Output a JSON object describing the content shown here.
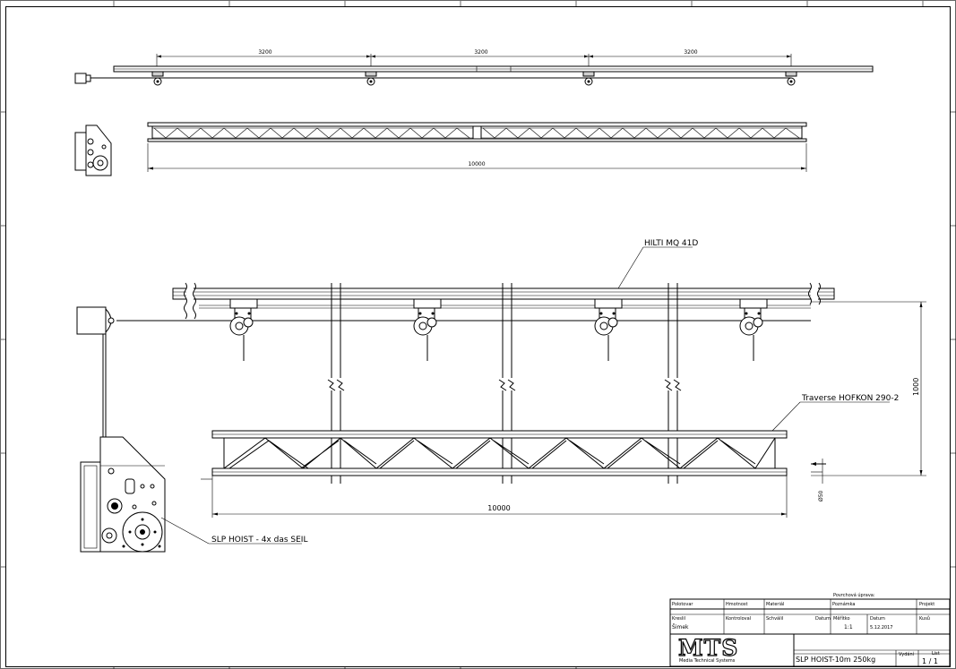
{
  "top_view": {
    "dims": [
      "3200",
      "3200",
      "3200"
    ]
  },
  "side_view": {
    "overall_dim": "10000"
  },
  "detail_view": {
    "rail_label": "HILTI MQ 41D",
    "truss_label": "Traverse HOFKON 290-2",
    "hoist_label": "SLP HOIST - 4x das SEIL",
    "height_dim": "1000",
    "length_dim": "10000",
    "diameter_dim": "Ø50"
  },
  "title_block": {
    "surface_label": "Povrchová úprava:",
    "row1": {
      "polotovar": "Polotovar",
      "hmotnost": "Hmotnost",
      "material": "Materiál",
      "poznamka": "Poznámka",
      "projekt": "Projekt"
    },
    "row2": {
      "kreslil": "Kreslil",
      "kreslil_value": "Šimek",
      "kontroloval": "Kontroloval",
      "schvalil": "Schválil",
      "datum": "Datum",
      "meritko": "Měřítko",
      "meritko_value": "1:1",
      "datum2": "Datum",
      "datum2_value": "5.12.2017",
      "kusu": "Kusů"
    },
    "logo_text": "MTS",
    "logo_subtitle": "Media Technical Systems",
    "drawing_title": "SLP HOIST-10m 250kg",
    "vydani": "Vydání",
    "list_label": "List",
    "list_value": "1 / 1"
  }
}
